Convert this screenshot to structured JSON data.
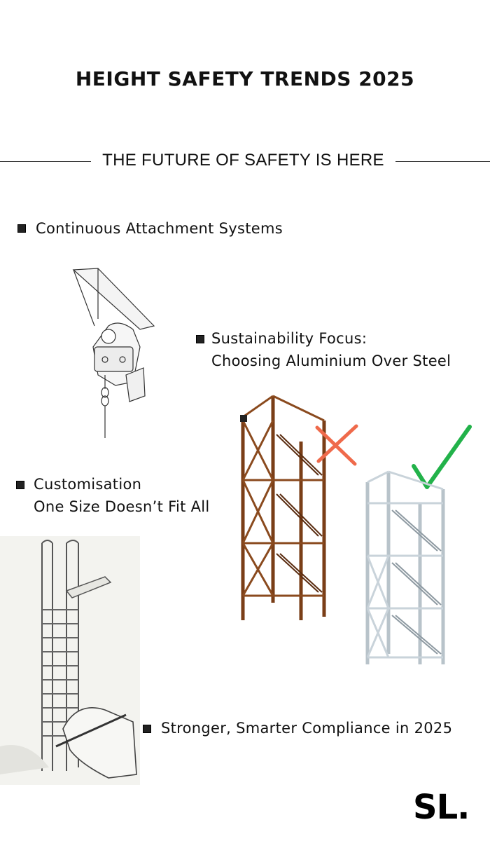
{
  "header": {
    "title": "HEIGHT SAFETY TRENDS 2025"
  },
  "subheader": {
    "text": "THE FUTURE OF SAFETY IS HERE"
  },
  "bullets": [
    {
      "lines": [
        "Continuous Attachment Systems"
      ]
    },
    {
      "lines": [
        "Sustainability Focus:",
        "Choosing Aluminium Over Steel"
      ]
    },
    {
      "lines": [
        "Customisation",
        "One Size Doesn’t Fit All"
      ]
    },
    {
      "lines": [
        "Stronger, Smarter Compliance in 2025"
      ]
    }
  ],
  "logo": {
    "text": "SL."
  },
  "colors": {
    "rust": "#8a4a1e",
    "aluminium": "#c9d3da",
    "cross": "#ef6a4b",
    "check": "#22b24a"
  },
  "icons": [
    "bullet-square-icon",
    "cross-mark-icon",
    "check-mark-icon"
  ]
}
